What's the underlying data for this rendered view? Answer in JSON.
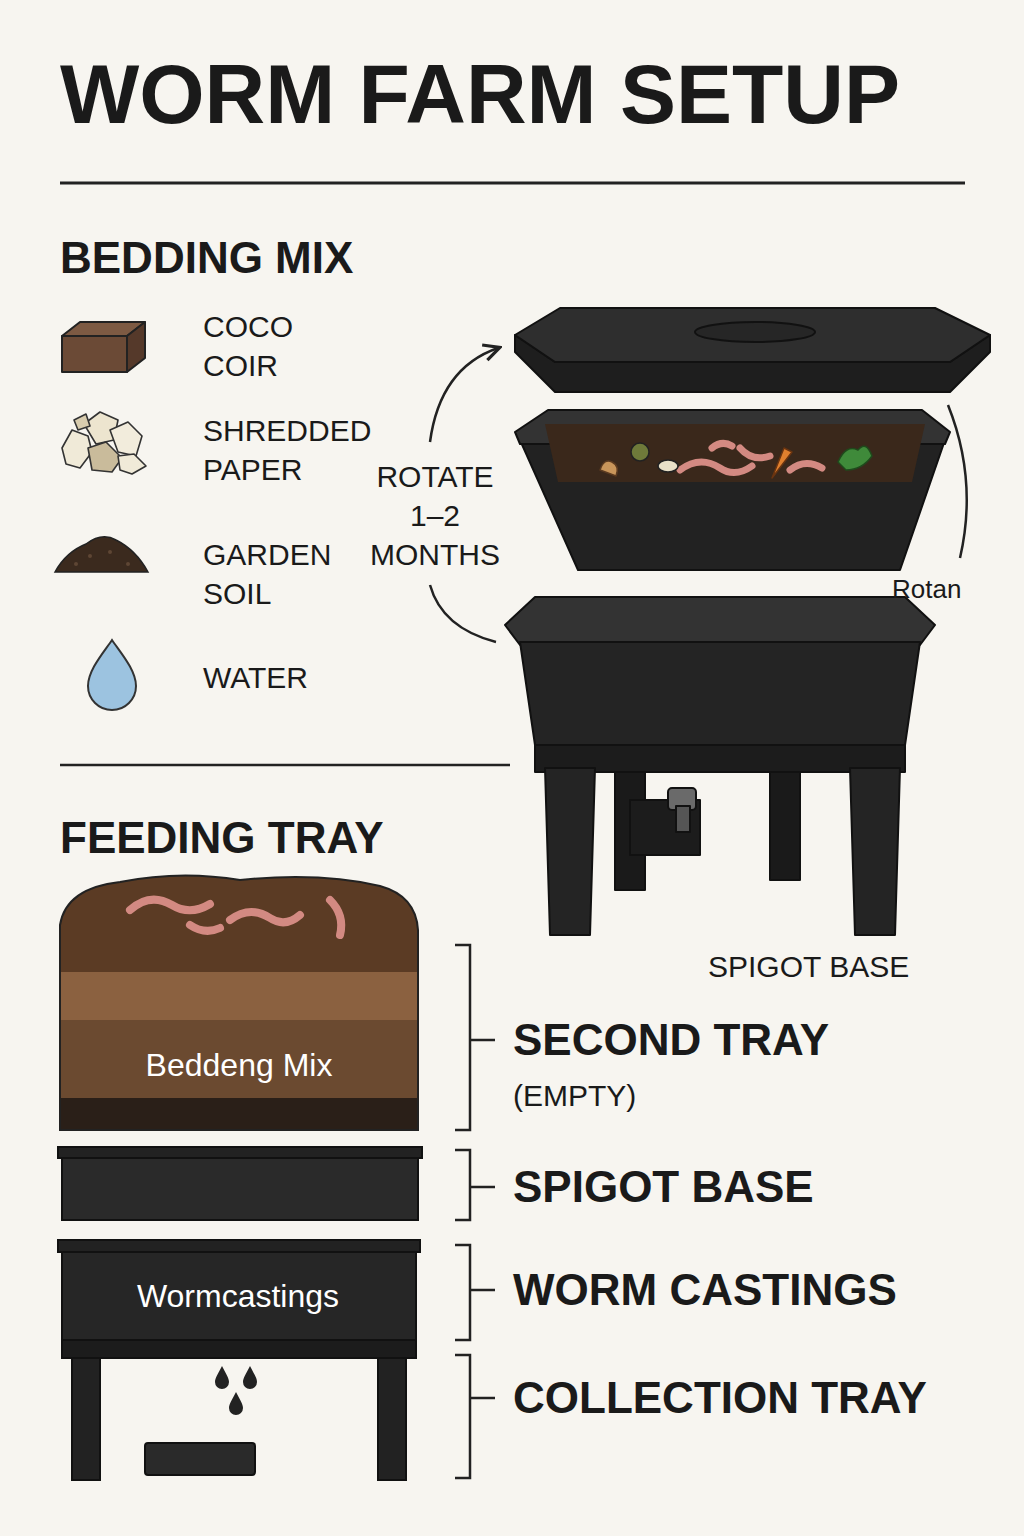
{
  "diagram": {
    "title": "WORM FARM SETUP",
    "nodes": [
      {
        "text": [
          "Beddeng Mix"
        ]
      },
      {
        "text": [
          "Wormcastings"
        ]
      }
    ],
    "labels": [
      "BEDDING MIX",
      "COCO COIR",
      "SHREDDED PAPER",
      "GARDEN SOIL",
      "WATER",
      "ROTATE 1–2 MONTHS",
      "Rotan",
      "SPIGOT BASE",
      "FEEDING TRAY",
      "SECOND TRAY",
      "(EMPTY)",
      "SPIGOT BASE",
      "WORM CASTINGS",
      "COLLECTION TRAY"
    ]
  }
}
